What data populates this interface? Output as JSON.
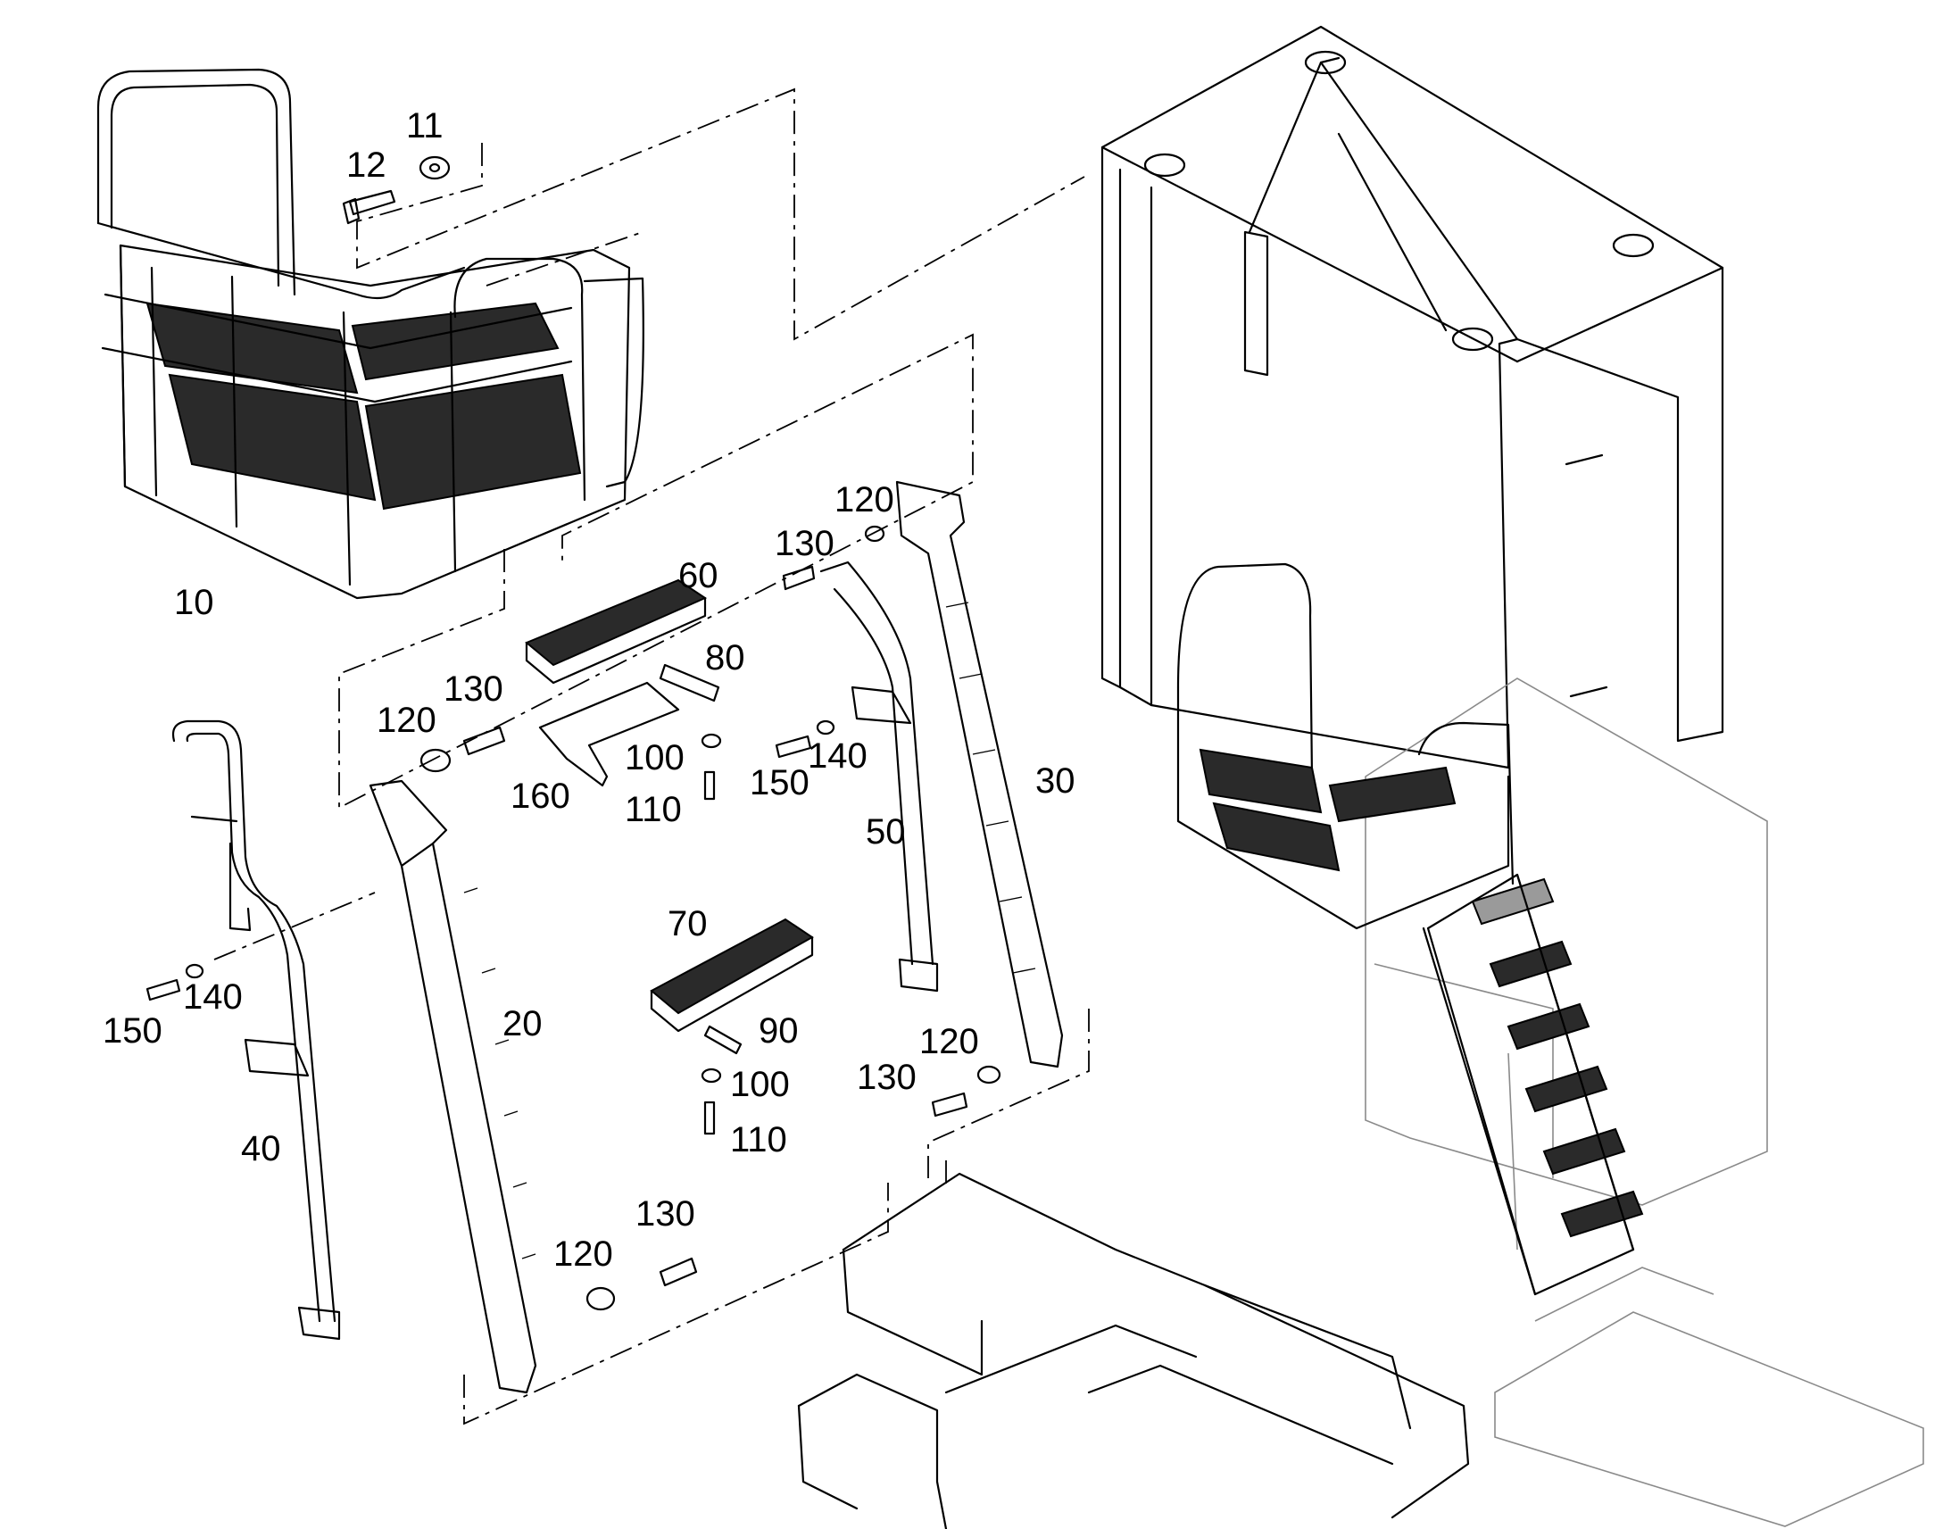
{
  "labels": {
    "l10": "10",
    "l11": "11",
    "l12": "12",
    "l20": "20",
    "l30": "30",
    "l40": "40",
    "l50": "50",
    "l60": "60",
    "l70": "70",
    "l80": "80",
    "l90": "90",
    "l100a": "100",
    "l100b": "100",
    "l110a": "110",
    "l110b": "110",
    "l120a": "120",
    "l120b": "120",
    "l120c": "120",
    "l120d": "120",
    "l130a": "130",
    "l130b": "130",
    "l130c": "130",
    "l130d": "130",
    "l140a": "140",
    "l140b": "140",
    "l150a": "150",
    "l150b": "150",
    "l160": "160"
  },
  "colors": {
    "line": "#000000",
    "background": "#ffffff",
    "phantom": "#8a8a8a"
  }
}
